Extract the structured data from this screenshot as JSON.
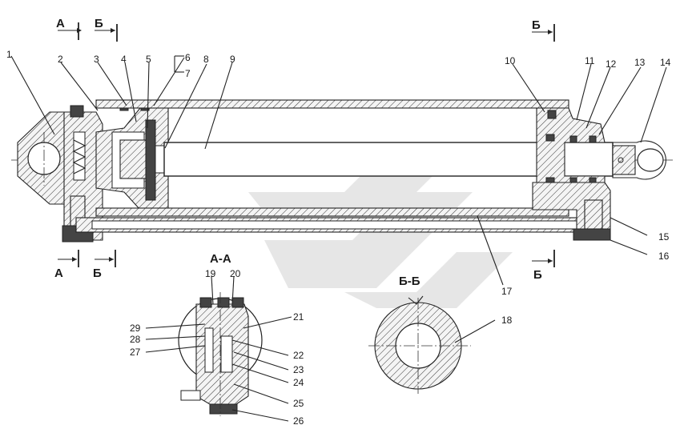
{
  "sections": {
    "a_top": "А",
    "b_top_left": "Б",
    "b_top_right": "Б",
    "a_bottom": "А",
    "b_bottom_left": "Б",
    "b_bottom_right": "Б",
    "view_aa": "А-А",
    "view_bb": "Б-Б"
  },
  "callouts": [
    "1",
    "2",
    "3",
    "4",
    "5",
    "6",
    "7",
    "8",
    "9",
    "10",
    "11",
    "12",
    "13",
    "14",
    "15",
    "16",
    "17",
    "18",
    "19",
    "20",
    "21",
    "22",
    "23",
    "24",
    "25",
    "26",
    "27",
    "28",
    "29"
  ]
}
